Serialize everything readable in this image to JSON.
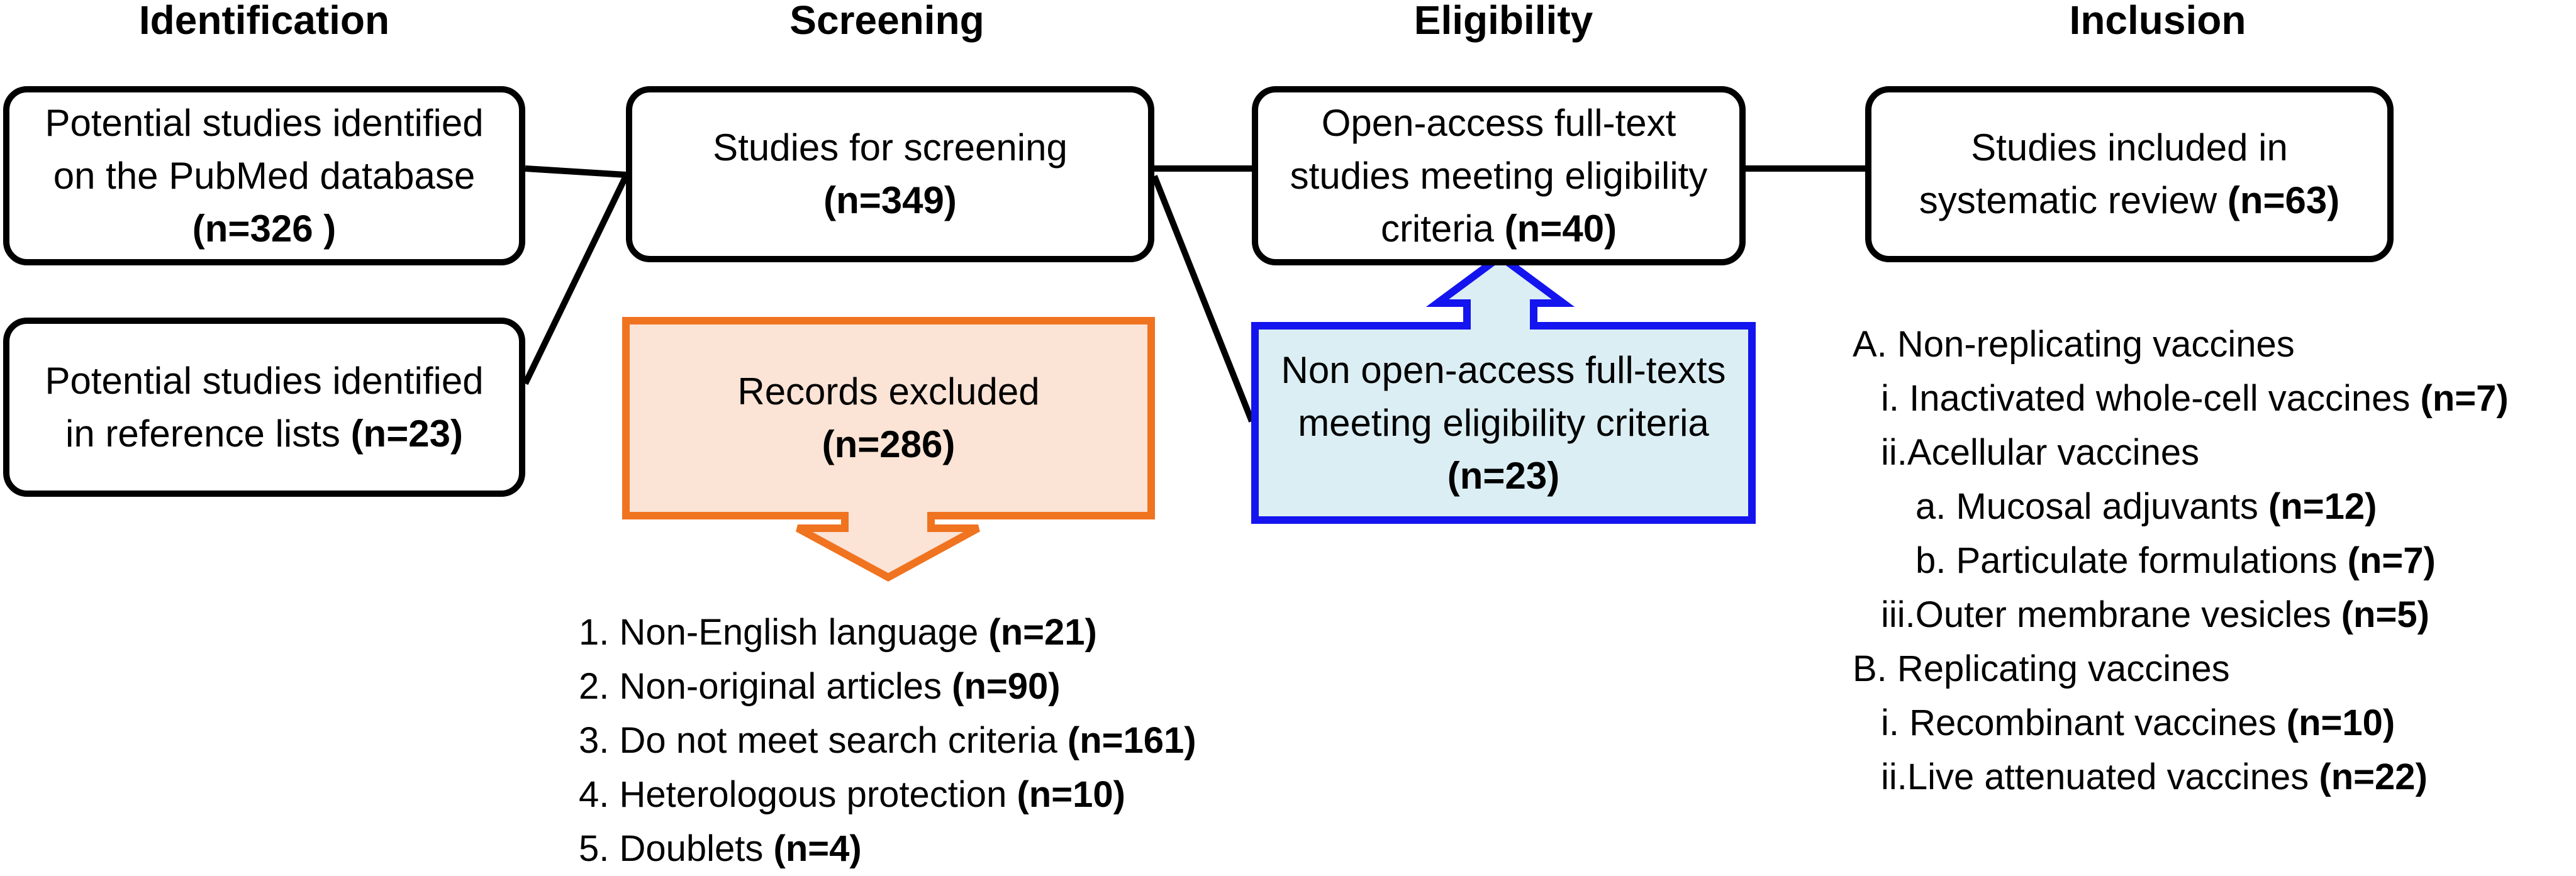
{
  "colors": {
    "black": "#000000",
    "orange": "#f07320",
    "orange_fill": "#fbe3d5",
    "blue": "#1414ee",
    "blue_fill": "#dbeef4"
  },
  "stages": [
    "Identification",
    "Screening",
    "Eligibility",
    "Inclusion"
  ],
  "identification": {
    "box1": {
      "text": "Potential studies identified on the PubMed database",
      "count": "(n=326 )"
    },
    "box2": {
      "text": "Potential studies identified in reference lists",
      "count": "(n=23)"
    }
  },
  "screening": {
    "box": {
      "text": "Studies for screening",
      "count": "(n=349)"
    },
    "excluded": {
      "text": "Records excluded",
      "count": "(n=286)"
    },
    "reasons": [
      {
        "num": "1.",
        "label": "Non-English language",
        "count": "(n=21)"
      },
      {
        "num": "2.",
        "label": "Non-original articles",
        "count": "(n=90)"
      },
      {
        "num": "3.",
        "label": "Do not meet search criteria",
        "count": "(n=161)"
      },
      {
        "num": "4.",
        "label": "Heterologous protection",
        "count": "(n=10)"
      },
      {
        "num": "5.",
        "label": "Doublets",
        "count": "(n=4)"
      }
    ]
  },
  "eligibility": {
    "box": {
      "text": "Open-access full-text studies meeting eligibility criteria",
      "count": "(n=40)"
    },
    "nonopen": {
      "text": "Non open-access full-texts meeting eligibility criteria",
      "count": "(n=23)"
    }
  },
  "inclusion": {
    "box": {
      "text": "Studies included in systematic review",
      "count": "(n=63)"
    },
    "categories": [
      {
        "text": "A. Non-replicating vaccines",
        "count": ""
      },
      {
        "text": "i. Inactivated whole-cell vaccines",
        "count": "(n=7)"
      },
      {
        "text": "ii.Acellular vaccines",
        "count": ""
      },
      {
        "text": "a. Mucosal adjuvants",
        "count": "(n=12)"
      },
      {
        "text": "b. Particulate formulations",
        "count": "(n=7)"
      },
      {
        "text": "iii.Outer membrane vesicles",
        "count": "(n=5)"
      },
      {
        "text": "B. Replicating vaccines",
        "count": ""
      },
      {
        "text": "i. Recombinant vaccines",
        "count": "(n=10)"
      },
      {
        "text": "ii.Live attenuated vaccines",
        "count": "(n=22)"
      }
    ]
  }
}
